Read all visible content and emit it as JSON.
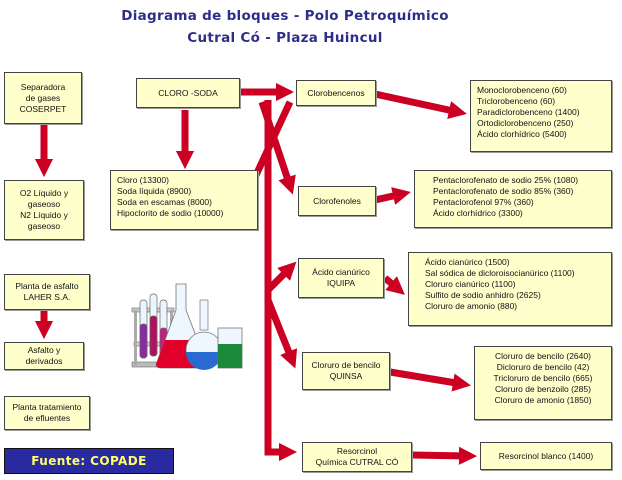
{
  "title": {
    "line1": "Diagrama de bloques - Polo Petroquímico",
    "line2": "Cutral Có - Plaza Huincul"
  },
  "left": {
    "separator": [
      "Separadora",
      "de gases",
      "COSERPET"
    ],
    "gases": [
      "O2 Líquido y",
      "gaseoso",
      "N2 Líquido y",
      "gaseoso"
    ],
    "asphalt_plant": [
      "Planta de asfalto",
      "LAHER S.A."
    ],
    "asphalt_products": [
      "Asfalto y",
      "derivados"
    ],
    "effluents": [
      "Planta tratamiento",
      "de efluentes"
    ]
  },
  "cloro_soda": {
    "name": "CLORO -SODA",
    "products": [
      "Cloro  (13300)",
      "Soda líquida (8900)",
      "Soda en escamas (8000)",
      "Hipoclorito de sodio (10000)"
    ]
  },
  "clorobencenos": {
    "name": "Clorobencenos",
    "products": [
      "Monoclorobenceno (60)",
      "Triclorobenceno (60)",
      "Paradiclorobenceno (1400)",
      "Ortodiclorobenceno (250)",
      "Ácido clorhídrico (5400)"
    ]
  },
  "clorofenoles": {
    "name": "Clorofenoles",
    "products": [
      "Pentaclorofenato de sodio 25% (1080)",
      "Pentaclorofenato de sodio 85% (360)",
      "Pentaclorofenol 97% (360)",
      "Ácido clorhídrico (3300)"
    ]
  },
  "acido_cianurico": {
    "name": [
      "Ácido cianúrico",
      "IQUIPA"
    ],
    "products": [
      "Ácido cianúrico (1500)",
      "Sal sódica de dicloroisocianúrico (1100)",
      "Cloruro cianúrico (1100)",
      "Sulfito de sodio anhidro (2625)",
      "Cloruro de amonio (880)"
    ]
  },
  "cloruro_bencilo": {
    "name": [
      "Cloruro de bencilo",
      "QUINSA"
    ],
    "products": [
      "Cloruro de bencilo (2640)",
      "Dicloruro de bencilo (42)",
      "Tricloruro de bencilo (665)",
      "Cloruro de benzoilo (285)",
      "Cloruro de amonio (1850)"
    ]
  },
  "resorcinol": {
    "name": [
      "Resorcinol",
      "Química CUTRAL CÓ"
    ],
    "products": [
      "Resorcinol blanco (1400)"
    ]
  },
  "source": "Fuente: COPADE",
  "colors": {
    "arrow": "#cc0022",
    "box": "#ffffcc",
    "title": "#2e2e8a",
    "source_bg": "#2a2aa0",
    "source_text": "#ffff66"
  }
}
